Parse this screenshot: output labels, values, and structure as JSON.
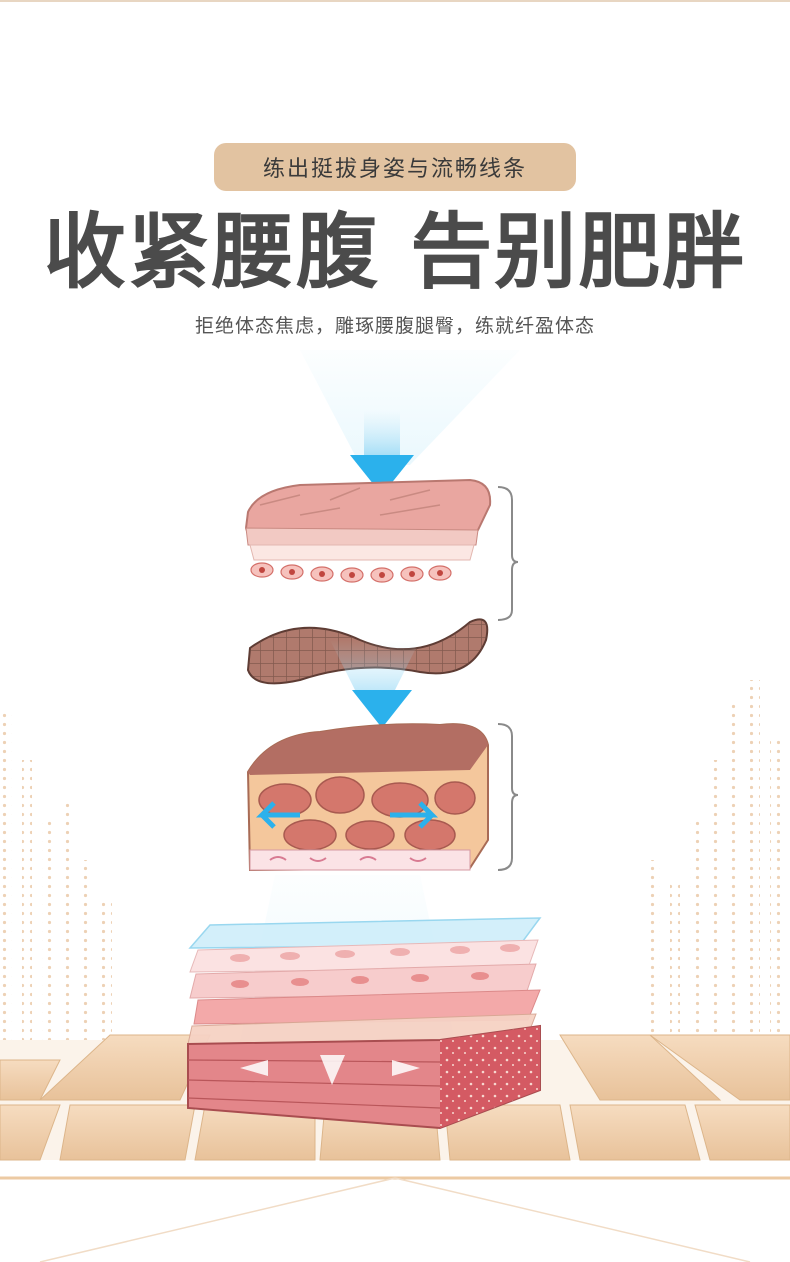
{
  "banner": {
    "tagline": "练出挺拔身姿与流畅线条",
    "headline": "收紧腰腹 告别肥胖",
    "subtitle": "拒绝体态焦虑，雕琢腰腹腿臀，练就纤盈体态"
  },
  "colors": {
    "tagline_bg": "#e2c3a1",
    "headline_text": "#4b4b4b",
    "skin_pink": "#e9a6a0",
    "fat_yellow": "#f4c79c",
    "arrow_blue": "#2bb1ec",
    "platform_tan": "#eccaa3"
  },
  "illustration": {
    "icons": [
      "skin-layer-icon",
      "muscle-mesh-icon",
      "fat-tissue-icon",
      "down-arrow-icon",
      "layered-tissue-icon"
    ]
  }
}
